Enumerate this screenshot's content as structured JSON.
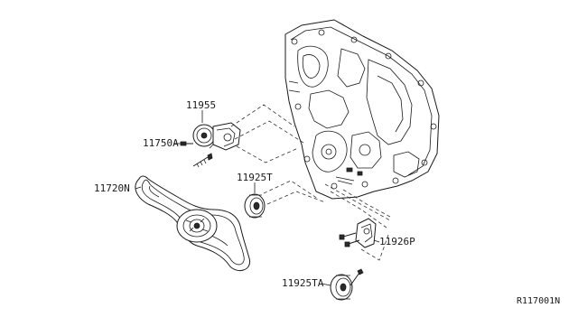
{
  "callouts": {
    "tensioner": "11955",
    "tensioner_bolt": "11750A",
    "idler_pulley": "11925T",
    "drive_belt": "11720N",
    "bracket": "11926P",
    "idler_pulley_lower": "11925TA"
  },
  "diagram_ref": "R117001N"
}
